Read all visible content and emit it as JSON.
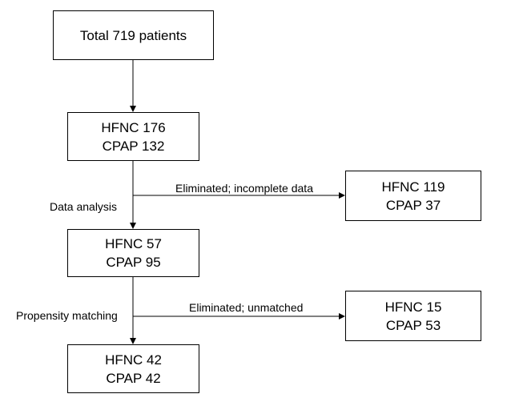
{
  "boxes": {
    "total": {
      "line1": "Total 719 patients"
    },
    "initial": {
      "line1": "HFNC 176",
      "line2": "CPAP 132"
    },
    "analyzed": {
      "line1": "HFNC 57",
      "line2": "CPAP 95"
    },
    "matched": {
      "line1": "HFNC 42",
      "line2": "CPAP 42"
    },
    "incomplete": {
      "line1": "HFNC 119",
      "line2": "CPAP 37"
    },
    "unmatched": {
      "line1": "HFNC 15",
      "line2": "CPAP 53"
    }
  },
  "labels": {
    "data_analysis": "Data analysis",
    "eliminated_incomplete": "Eliminated; incomplete data",
    "propensity_matching": "Propensity matching",
    "eliminated_unmatched": "Eliminated; unmatched"
  }
}
